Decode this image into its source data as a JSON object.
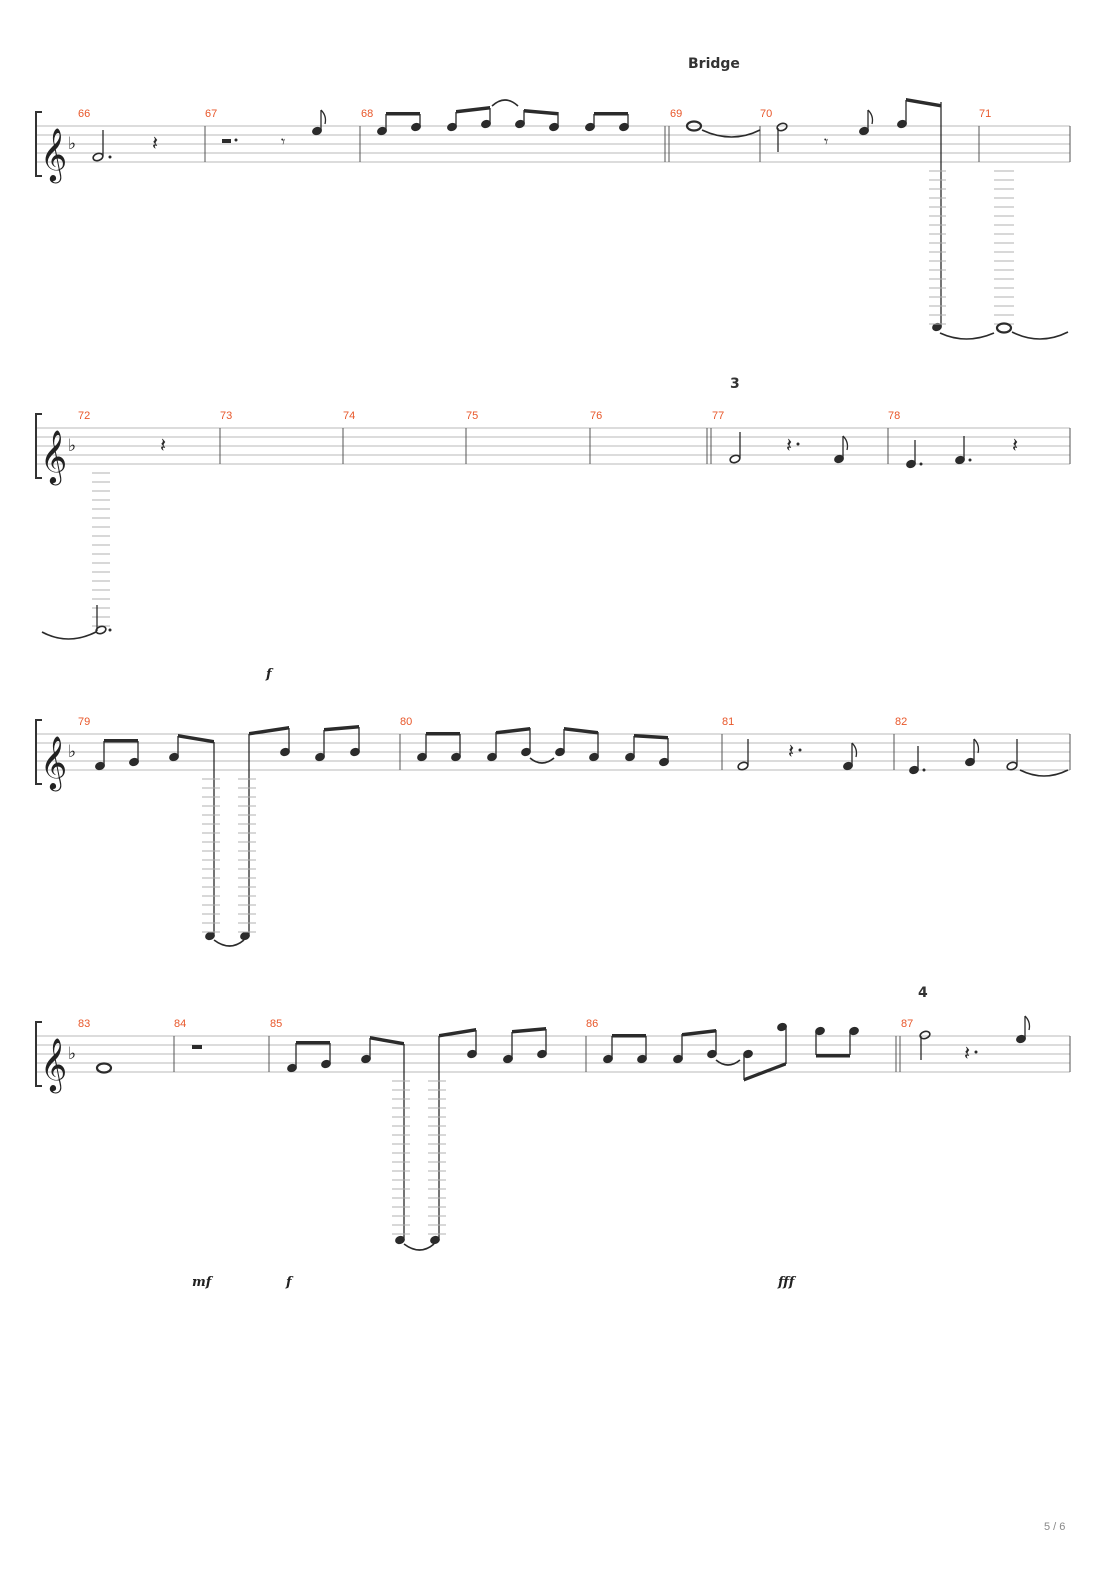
{
  "section_label": "Bridge",
  "rehearsal_marks": [
    "3",
    "4"
  ],
  "measure_numbers": [
    "66",
    "67",
    "68",
    "69",
    "70",
    "71",
    "72",
    "73",
    "74",
    "75",
    "76",
    "77",
    "78",
    "79",
    "80",
    "81",
    "82",
    "83",
    "84",
    "85",
    "86",
    "87"
  ],
  "dynamics": [
    "f",
    "mf",
    "f",
    "fff"
  ],
  "page_number": "5 / 6",
  "clef": "treble",
  "key_signature": "1 flat",
  "accent_color": "#e8572a"
}
